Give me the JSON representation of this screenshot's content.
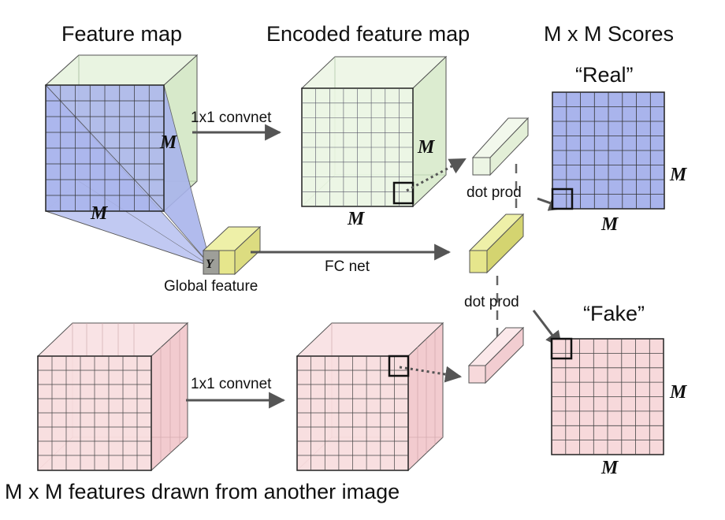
{
  "headers": {
    "feature_map": "Feature map",
    "encoded_feature_map": "Encoded feature map",
    "scores": "M x M Scores"
  },
  "labels": {
    "convnet_top": "1x1 convnet",
    "convnet_bottom": "1x1 convnet",
    "fc_net": "FC net",
    "global_feature": "Global feature",
    "dot_prod_top": "dot prod",
    "dot_prod_bottom": "dot prod",
    "real": "“Real”",
    "fake": "“Fake”",
    "y": "Y",
    "caption": "M x M features drawn from another image"
  },
  "m_labels": {
    "fm_right": "M",
    "fm_bottom": "M",
    "enc_right": "M",
    "enc_bottom": "M",
    "real_right": "M",
    "real_bottom": "M",
    "fake_right": "M",
    "fake_bottom": "M"
  },
  "colors": {
    "blue_face": "#a9b4ec",
    "blue_side": "#c3cbf3",
    "green_face": "#e9f4e0",
    "green_side": "#dcecd0",
    "pink_face": "#f7d9db",
    "pink_side": "#f2cbcf",
    "yellow": "#e6e68c",
    "arrow": "#555555"
  }
}
